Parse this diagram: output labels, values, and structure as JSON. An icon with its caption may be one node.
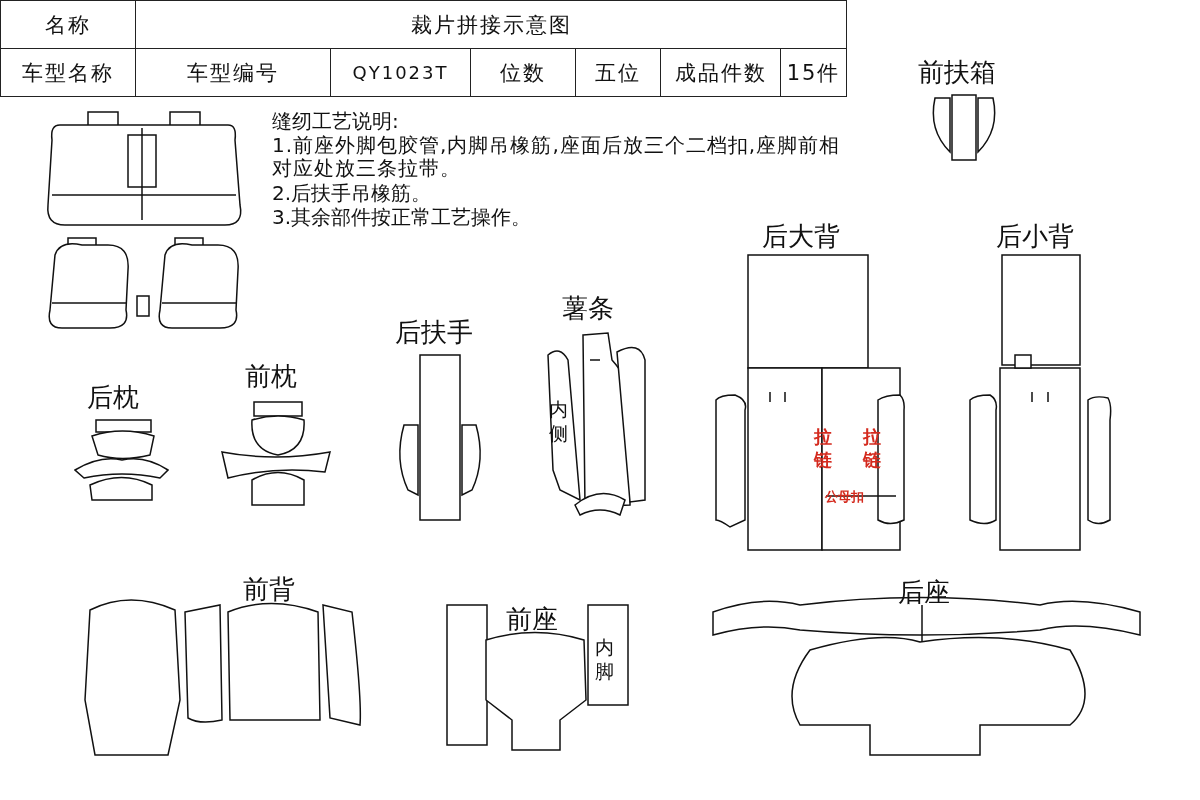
{
  "diagram": {
    "labels": [
      "名称",
      "裁片拼接示意图",
      "车型名称",
      "车型编号",
      "QY1023T",
      "位数",
      "五位",
      "成品件数",
      "15件",
      "前扶箱",
      "缝纫工艺说明:",
      "1.前座外脚包胶管,内脚吊橡筋,座面后放三个二档扣,座脚前相对应处放三条拉带。",
      "2.后扶手吊橡筋。",
      "3.其余部件按正常工艺操作。",
      "后大背",
      "后小背",
      "薯条",
      "后扶手",
      "前枕",
      "后枕",
      "内侧",
      "拉链",
      "拉链",
      "公母扣",
      "前背",
      "后座",
      "前座",
      "内脚"
    ]
  }
}
